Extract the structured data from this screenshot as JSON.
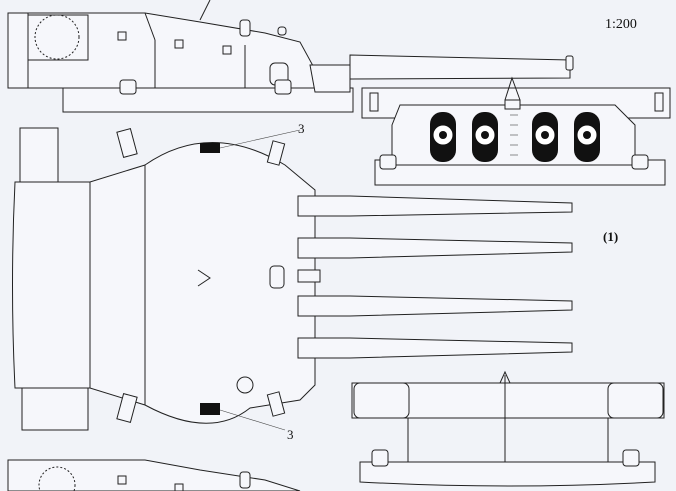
{
  "drawing": {
    "scale_label": "1:200",
    "view_number": "(1)",
    "callouts": [
      "3",
      "3"
    ],
    "barrel_count": 4
  }
}
